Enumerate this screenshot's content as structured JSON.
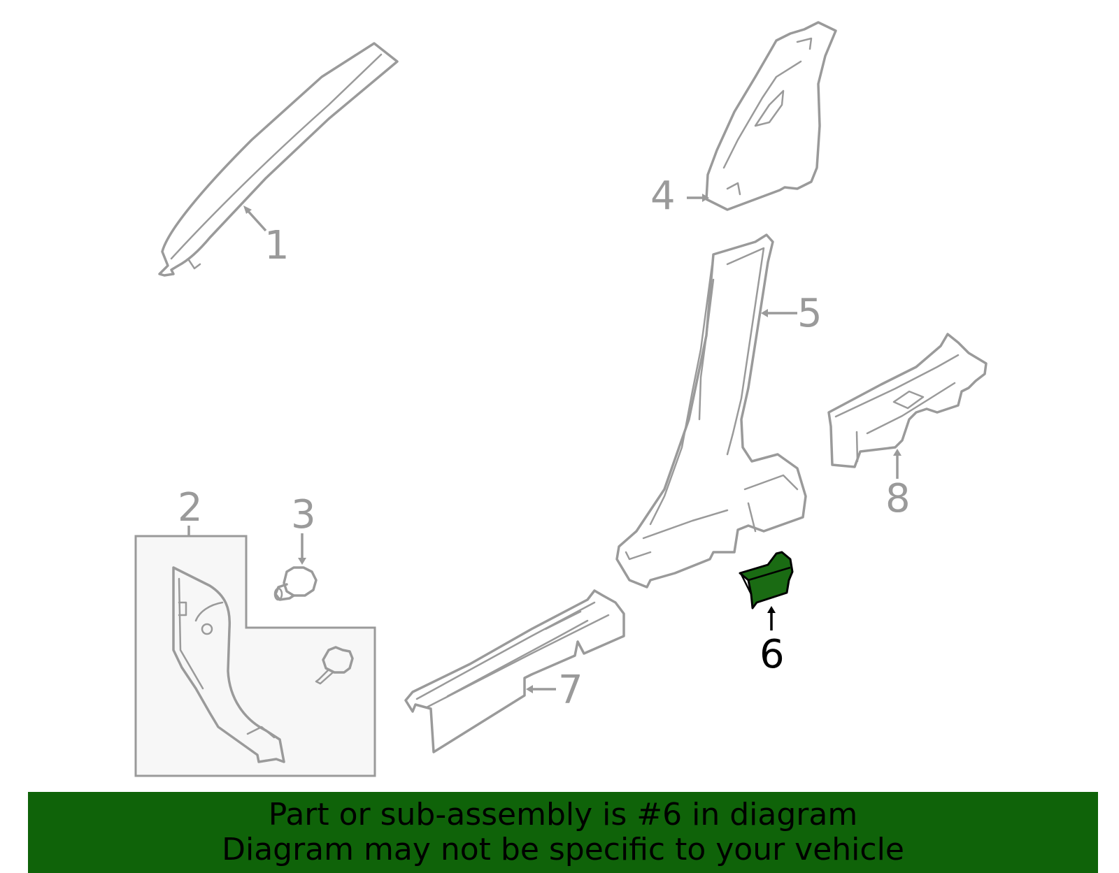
{
  "diagram": {
    "callouts": [
      {
        "id": "1",
        "label": "1"
      },
      {
        "id": "2",
        "label": "2"
      },
      {
        "id": "3",
        "label": "3"
      },
      {
        "id": "4",
        "label": "4"
      },
      {
        "id": "5",
        "label": "5"
      },
      {
        "id": "6",
        "label": "6"
      },
      {
        "id": "7",
        "label": "7"
      },
      {
        "id": "8",
        "label": "8"
      }
    ],
    "highlighted_part": "6",
    "colors": {
      "part_outline": "#9a9a9a",
      "highlight_fill": "#1a6b13",
      "inset_box_fill": "#f7f7f7",
      "banner_background": "#0f6309"
    }
  },
  "banner": {
    "line1": "Part or sub-assembly is #6 in diagram",
    "line2": "Diagram may not be specific to your vehicle"
  }
}
